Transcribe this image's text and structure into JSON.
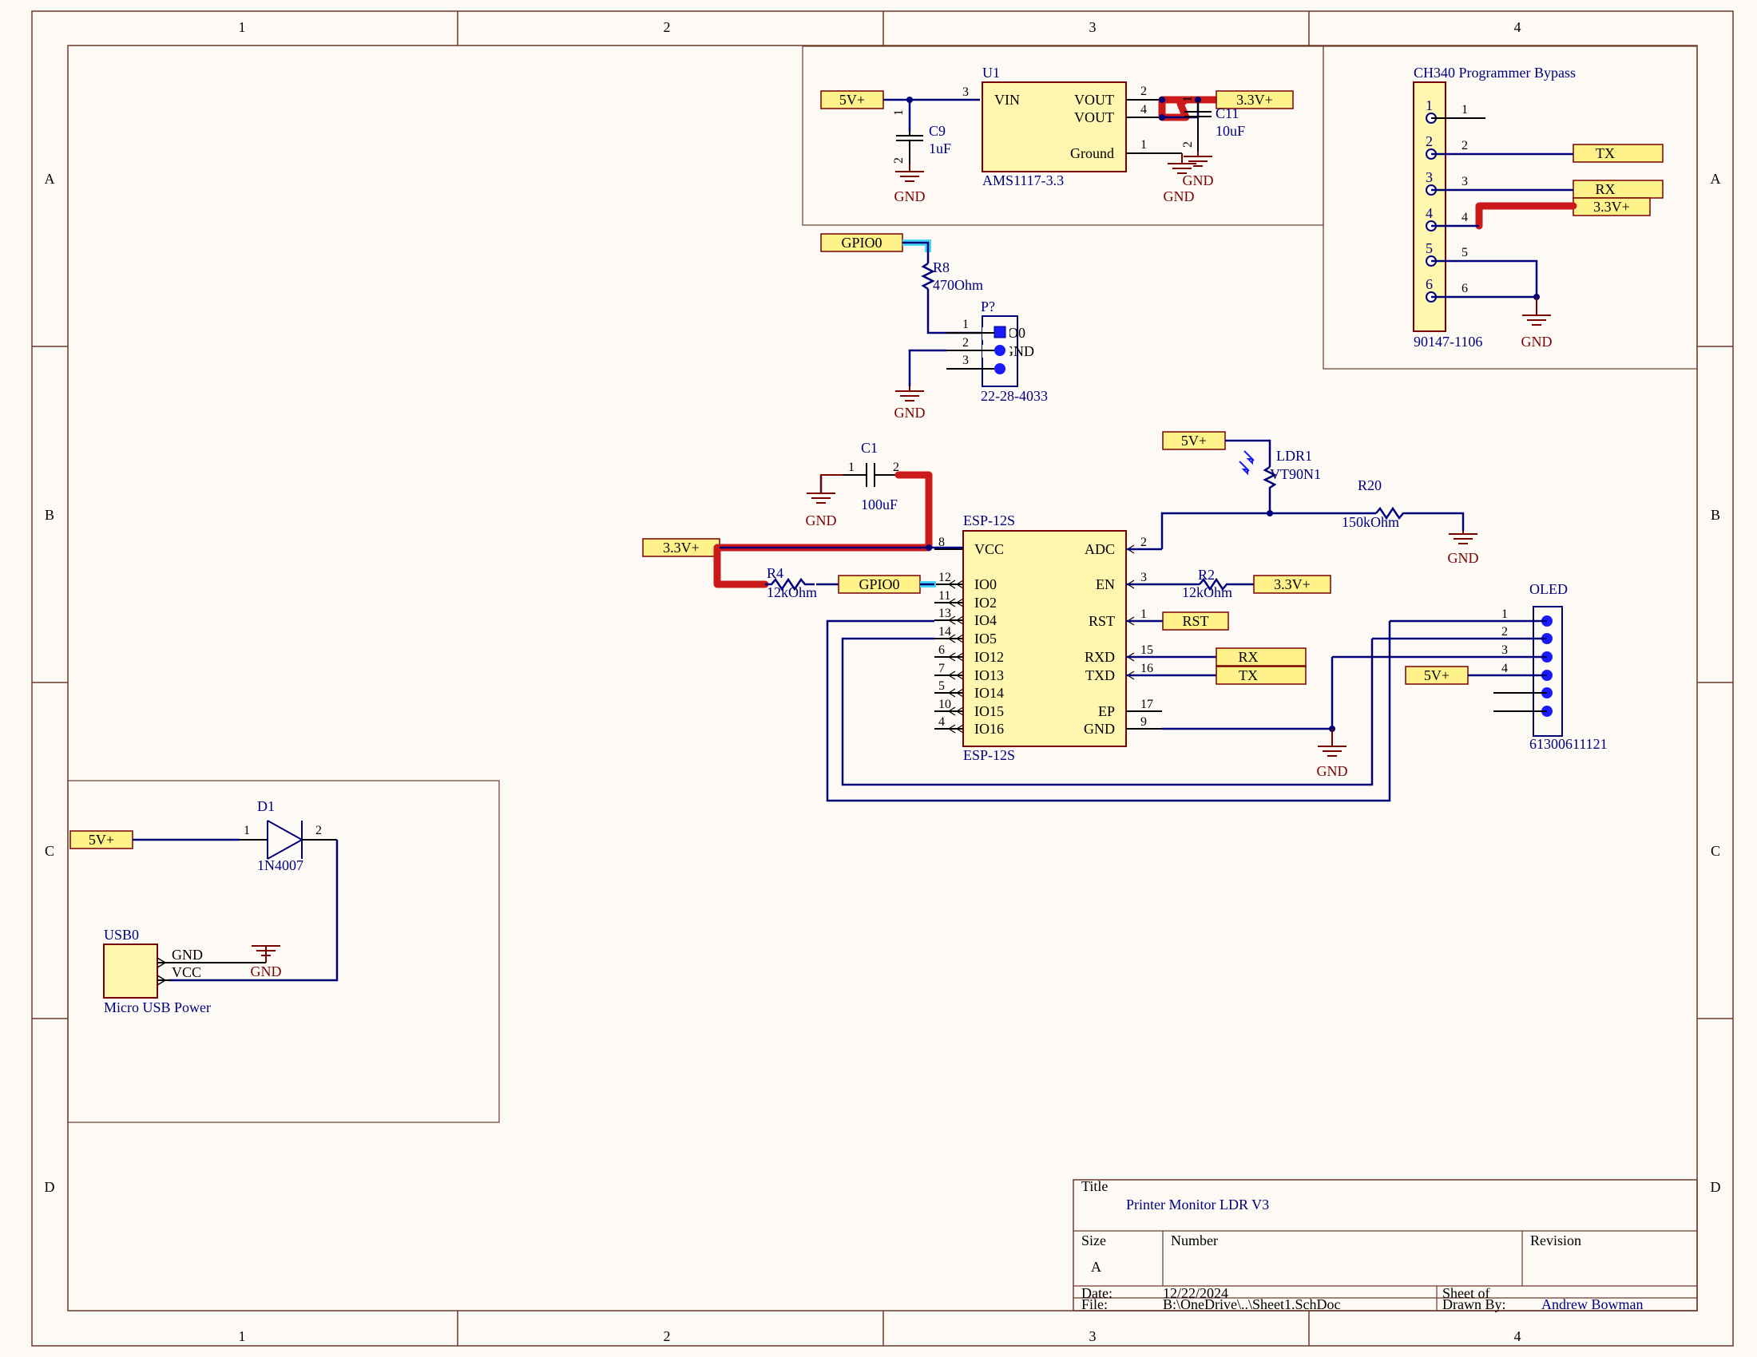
{
  "frame": {
    "cols": [
      "1",
      "2",
      "3",
      "4"
    ],
    "rows": [
      "A",
      "B",
      "C",
      "D"
    ]
  },
  "sheet_title": "CH340 Programmer Bypass",
  "title_block": {
    "title_label": "Title",
    "title": "Printer Monitor LDR V3",
    "size_label": "Size",
    "size": "A",
    "number_label": "Number",
    "revision_label": "Revision",
    "date_label": "Date:",
    "date": "12/22/2024",
    "sheet_label": "Sheet   of",
    "file_label": "File:",
    "file": "B:\\OneDrive\\..\\Sheet1.SchDoc",
    "drawn_label": "Drawn By:",
    "drawn_by": "Andrew Bowman"
  },
  "regulator": {
    "ref": "U1",
    "part": "AMS1117-3.3",
    "pins": {
      "vin": "VIN",
      "vout1": "VOUT",
      "vout2": "VOUT",
      "gnd": "Ground"
    },
    "pin_nums": {
      "vin": "3",
      "vout1": "2",
      "vout2": "4",
      "gnd": "1"
    },
    "c9_ref": "C9",
    "c9_val": "1uF",
    "c11_ref": "C11",
    "c11_val": "10uF"
  },
  "nets": {
    "v5": "5V+",
    "v33": "3.3V+",
    "gnd": "GND",
    "gpio0": "GPIO0",
    "rst": "RST",
    "rx": "RX",
    "tx": "TX"
  },
  "ch340": {
    "part": "90147-1106",
    "pin_nums": [
      "1",
      "2",
      "3",
      "4",
      "5",
      "6"
    ]
  },
  "header_p": {
    "ref": "P?",
    "part": "22-28-4033",
    "label_io": "IO0",
    "label_gnd": "GND",
    "r8_ref": "R8",
    "r8_val": "470Ohm"
  },
  "esp": {
    "ref": "ESP-12S",
    "ref2": "ESP-12S",
    "left_pins": [
      "VCC",
      "IO0",
      "IO2",
      "IO4",
      "IO5",
      "IO12",
      "IO13",
      "IO14",
      "IO15",
      "IO16"
    ],
    "left_nums": [
      "8",
      "12",
      "11",
      "13",
      "14",
      "6",
      "7",
      "5",
      "10",
      "4"
    ],
    "right_pins": [
      "ADC",
      "EN",
      "RST",
      "RXD",
      "TXD",
      "EP",
      "GND"
    ],
    "right_nums": [
      "2",
      "3",
      "1",
      "15",
      "16",
      "17",
      "9"
    ]
  },
  "passives": {
    "c1_ref": "C1",
    "c1_val": "100uF",
    "r4_ref": "R4",
    "r4_val": "12kOhm",
    "r2_ref": "R2",
    "r2_val": "12kOhm",
    "r20_ref": "R20",
    "r20_val": "150kOhm",
    "ldr_ref": "LDR1",
    "ldr_val": "VT90N1"
  },
  "oled": {
    "ref": "OLED",
    "part": "61300611121",
    "pin_nums": [
      "1",
      "2",
      "3",
      "4"
    ]
  },
  "power": {
    "d1_ref": "D1",
    "d1_val": "1N4007",
    "usb_ref": "USB0",
    "usb_part": "Micro USB Power",
    "usb_gnd": "GND",
    "usb_vcc": "VCC"
  },
  "pin_nums_misc": {
    "one": "1",
    "two": "2",
    "three": "3"
  }
}
